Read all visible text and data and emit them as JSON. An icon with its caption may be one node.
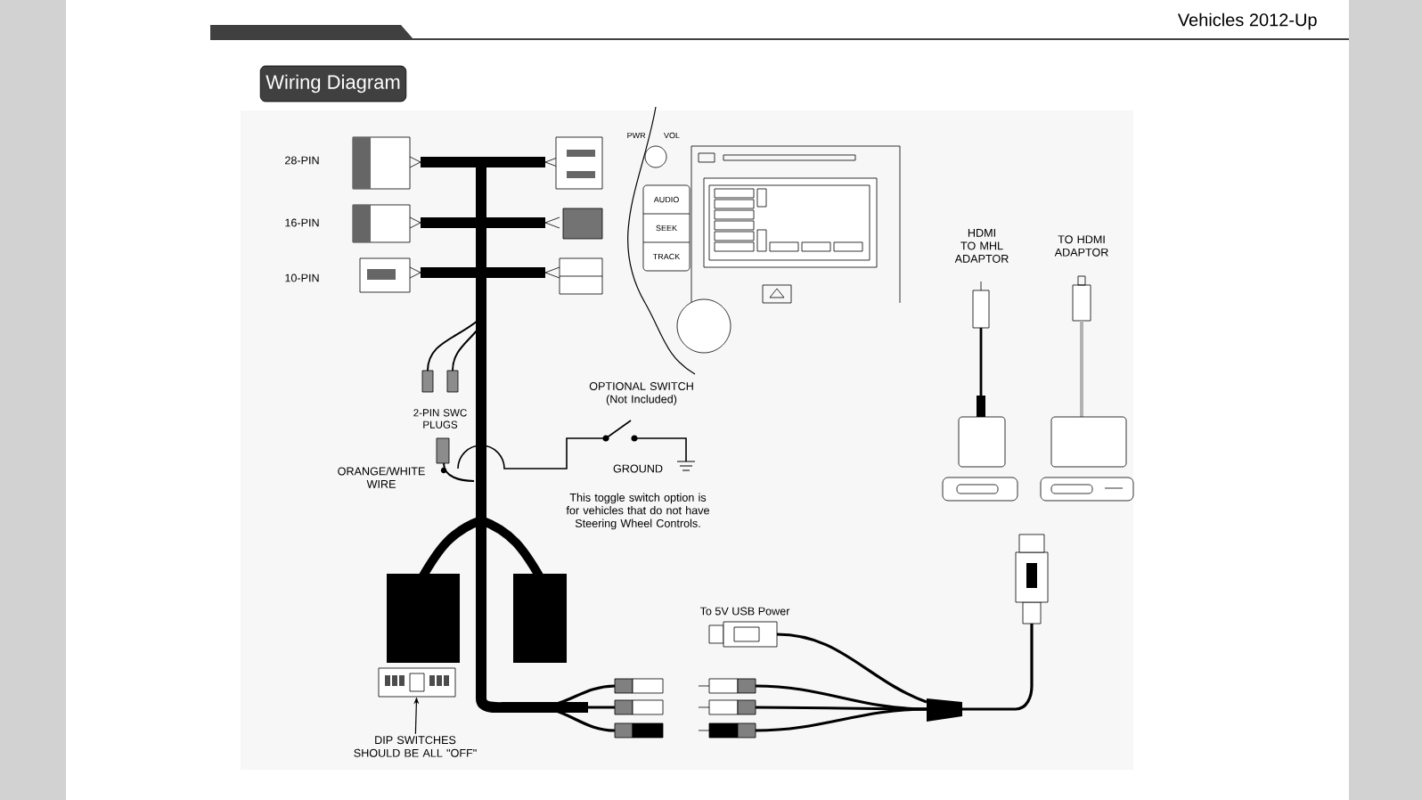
{
  "diagram": {
    "title": "Wiring Diagram",
    "nodes": [
      {
        "text": [
          "DIP SWITCHES SHOULD BE ALL \"OFF\""
        ]
      },
      {
        "text": [],
        "shape": "picture"
      }
    ],
    "edges": [
      {
        "from": 0,
        "to": 1,
        "arrow": "to"
      }
    ],
    "labels": [
      "Vehicles 2012-Up",
      "28-PIN",
      "16-PIN",
      "10-PIN",
      "PWR",
      "VOL",
      "AUDIO",
      "SEEK",
      "TRACK",
      "HDMI TO MHL ADAPTOR",
      "TO HDMI ADAPTOR",
      "2-PIN SWC PLUGS",
      "OPTIONAL SWITCH (Not Included)",
      "ORANGE/WHITE WIRE",
      "GROUND",
      "This toggle switch option is for vehicles that do not have Steering Wheel Controls.",
      "To 5V USB Power"
    ]
  }
}
